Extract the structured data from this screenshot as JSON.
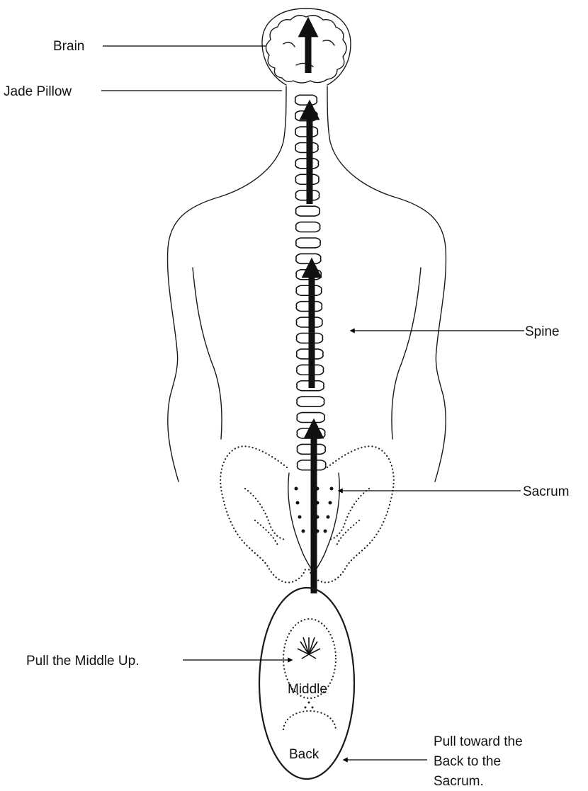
{
  "labels": {
    "brain": "Brain",
    "jade_pillow": "Jade Pillow",
    "spine": "Spine",
    "sacrum": "Sacrum",
    "pull_middle": "Pull the Middle Up.",
    "middle": "Middle",
    "back": "Back",
    "pull_toward": [
      "Pull toward the",
      "Back  to the",
      "Sacrum."
    ]
  },
  "colors": {
    "line": "#111111",
    "background": "#ffffff"
  }
}
